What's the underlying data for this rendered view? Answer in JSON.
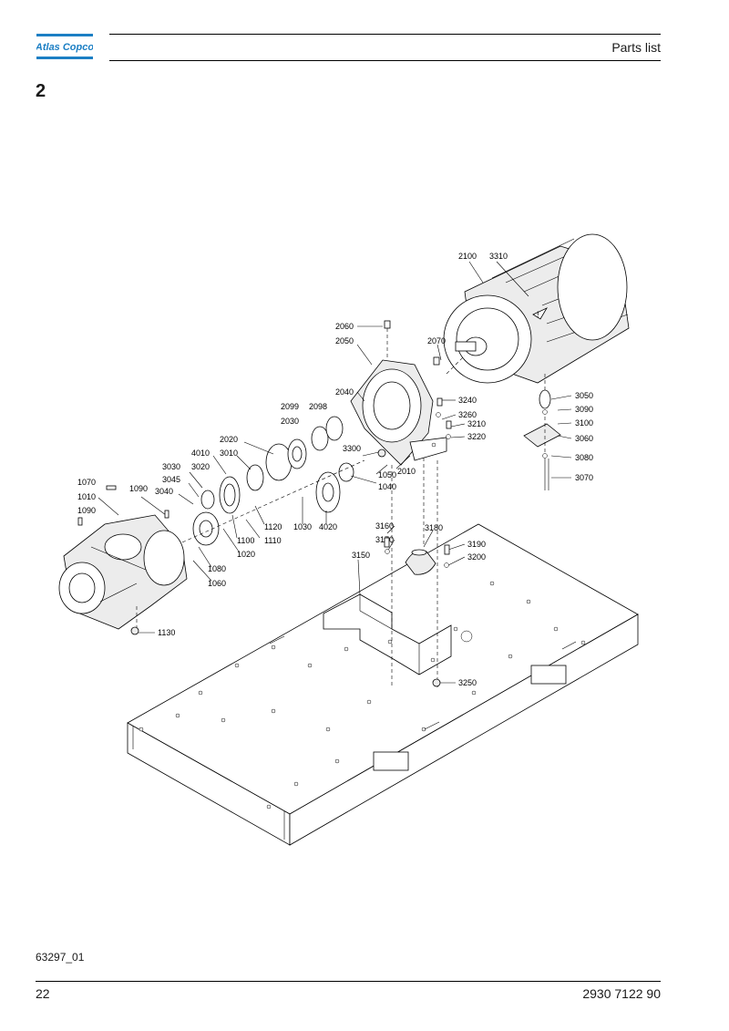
{
  "header": {
    "logo_text": "Atlas Copco",
    "title": "Parts list"
  },
  "section_number": "2",
  "diagram": {
    "callouts": [
      "2100",
      "3310",
      "2060",
      "2050",
      "2070",
      "2040",
      "3240",
      "3260",
      "3210",
      "3220",
      "2099",
      "2098",
      "2030",
      "3300",
      "1050",
      "2010",
      "1040",
      "2020",
      "3010",
      "4010",
      "3020",
      "3030",
      "3045",
      "3040",
      "1090",
      "1070",
      "1010",
      "1090",
      "3050",
      "3090",
      "3100",
      "3060",
      "3080",
      "3070",
      "1120",
      "1110",
      "1030",
      "4020",
      "1100",
      "1020",
      "1080",
      "1060",
      "3160",
      "3170",
      "3180",
      "3190",
      "3200",
      "3150",
      "1130",
      "3250"
    ]
  },
  "figure_code": "63297_01",
  "footer": {
    "page_number": "22",
    "document_number": "2930 7122 90"
  },
  "colors": {
    "logo_blue": "#1c7fc4",
    "line": "#000000"
  }
}
